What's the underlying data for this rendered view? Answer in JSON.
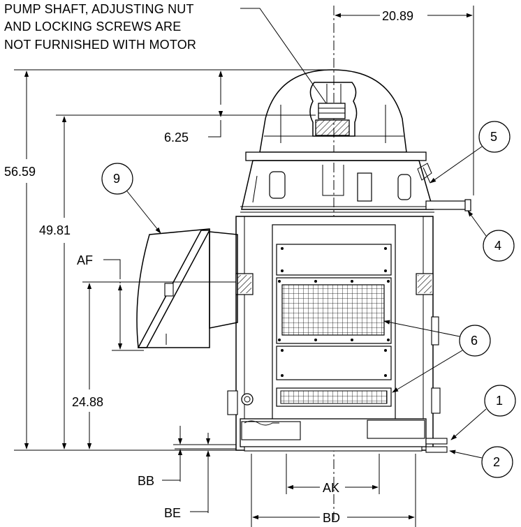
{
  "note": {
    "lines": [
      "PUMP SHAFT, ADJUSTING NUT",
      "AND LOCKING SCREWS ARE",
      "NOT FURNISHED WITH MOTOR"
    ]
  },
  "dimensions": {
    "d_20_89": "20.89",
    "d_56_59": "56.59",
    "d_49_81": "49.81",
    "d_6_25": "6.25",
    "d_24_88": "24.88",
    "af": "AF",
    "bb": "BB",
    "be": "BE",
    "ak": "AK",
    "bd": "BD"
  },
  "callouts": {
    "c1": "1",
    "c2": "2",
    "c4": "4",
    "c5": "5",
    "c6": "6",
    "c9": "9"
  }
}
